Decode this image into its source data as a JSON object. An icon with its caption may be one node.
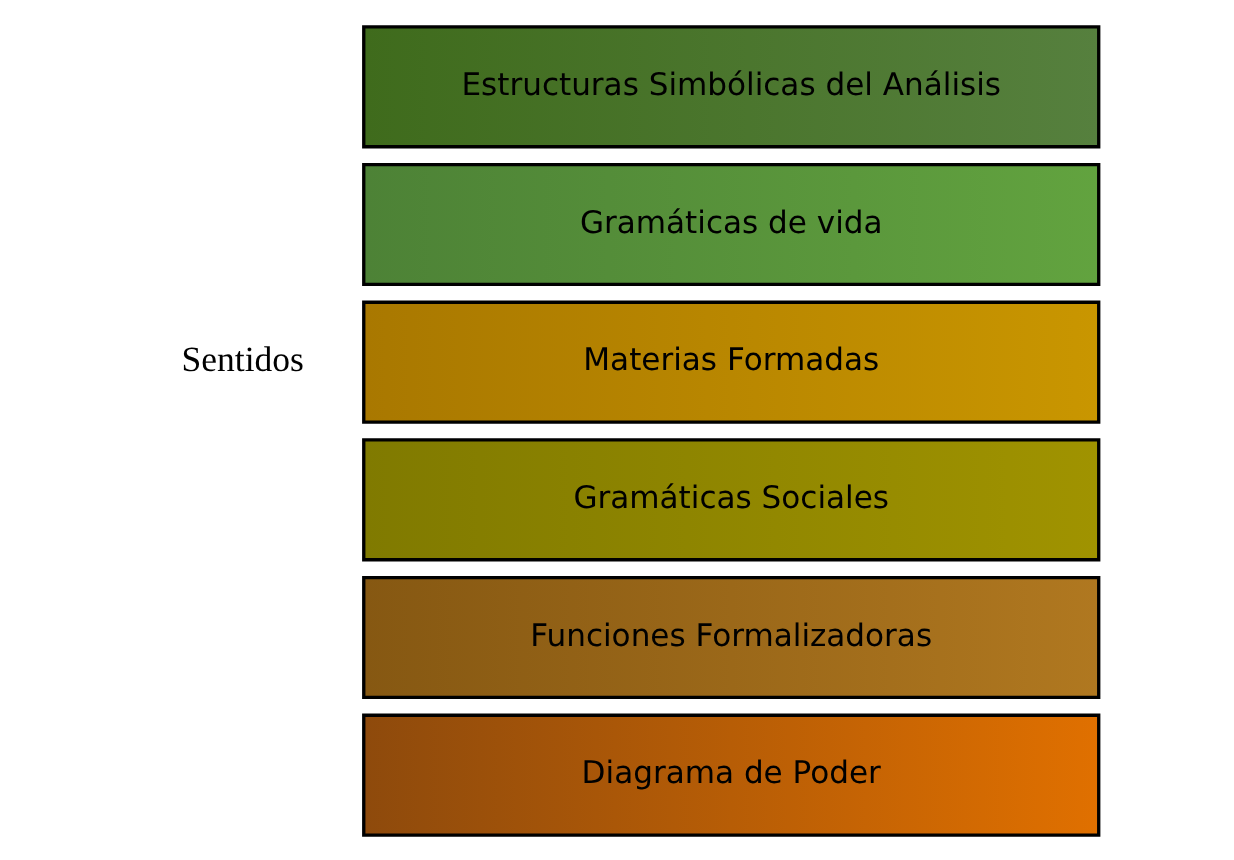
{
  "diagram": {
    "nodes": [
      {
        "text": [
          "Estructuras Simbólicas del Análisis"
        ]
      },
      {
        "text": [
          "Gramáticas de vida"
        ]
      },
      {
        "text": [
          "Materias Formadas"
        ]
      },
      {
        "text": [
          "Gramáticas Sociales"
        ]
      },
      {
        "text": [
          "Funciones Formalizadoras"
        ]
      },
      {
        "text": [
          "Diagrama de Poder"
        ]
      }
    ],
    "edges": [],
    "labels": [
      "Sentidos"
    ]
  }
}
